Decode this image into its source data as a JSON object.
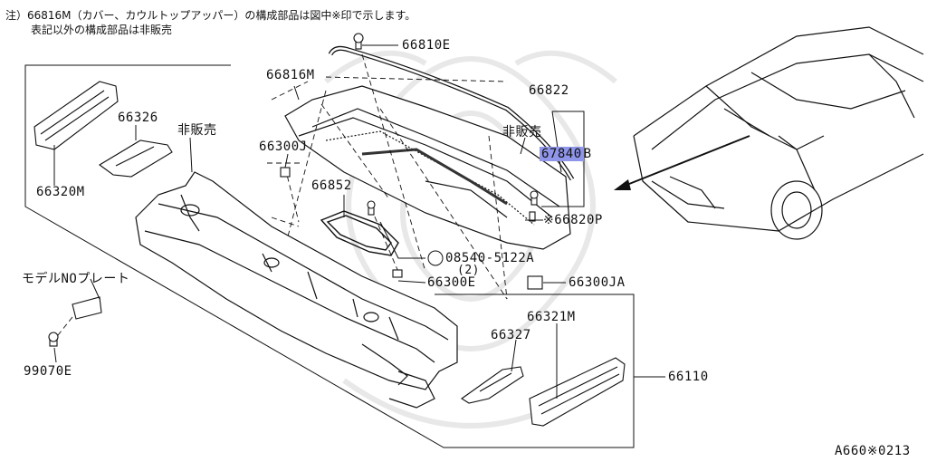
{
  "notes": {
    "line1": "注）66816M（カバー、カウルトップアッパー）の構成部品は図中※印で示します。",
    "line2": "表記以外の構成部品は非販売"
  },
  "labels": {
    "p66810E": "66810E",
    "p66816M": "66816M",
    "p66822": "66822",
    "hibaibai_top": "非販売",
    "p67840B_hl": "67840",
    "p67840B_tail": "B",
    "p66326": "66326",
    "hibaibai_left": "非販売",
    "p66300J": "66300J",
    "p66320M": "66320M",
    "p66852": "66852",
    "p66820P": "※66820P",
    "p08540": "08540-5122A",
    "p08540_qty": "(2)",
    "model_plate": "モデルNOプレート",
    "p66300E": "66300E",
    "p66300JA": "66300JA",
    "p66321M": "66321M",
    "p66327": "66327",
    "p66110": "66110",
    "p99070E": "99070E",
    "diagram_code": "A660※0213"
  },
  "colors": {
    "highlight": "#8f95e8",
    "ink": "#111111",
    "watermark": "#e6e6e6"
  }
}
